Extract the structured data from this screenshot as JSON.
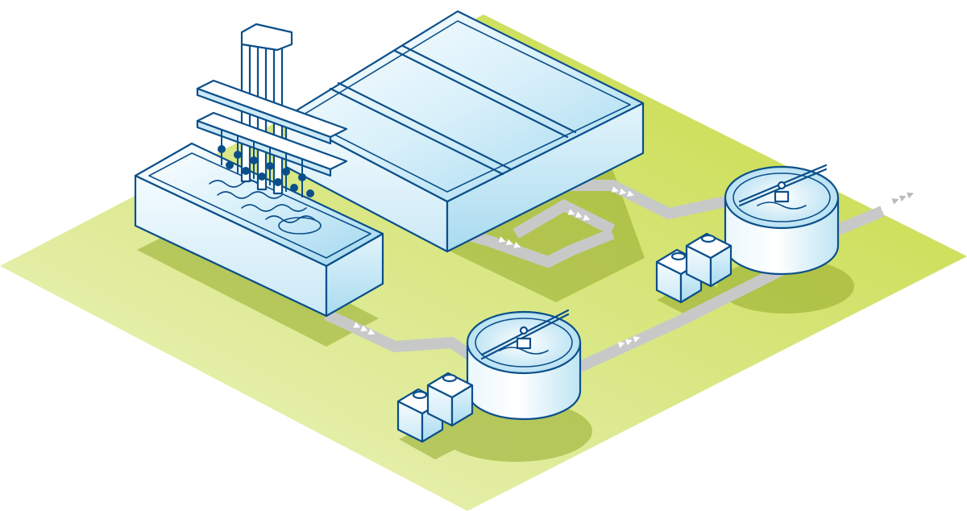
{
  "colors": {
    "ground_light": "#eef5c8",
    "ground_dark": "#c4d93a",
    "pipe": "#c7c9c9",
    "arrow": "#ffffff",
    "shadow": "#93a92a",
    "outline": "#0b4f8a",
    "structure_light": "#ffffff",
    "structure_mid": "#dff3fb",
    "structure_dark": "#a9dbf0",
    "diffuser": "#0b4f8a"
  },
  "components": [
    "aeration-tank",
    "diffuser-manifold",
    "sedimentation-basin",
    "circular-clarifier-front",
    "circular-clarifier-back",
    "chemical-dosing-tanks-front",
    "chemical-dosing-tanks-back",
    "flow-pipes"
  ],
  "flow_direction_icon": "triple-arrow-icon"
}
